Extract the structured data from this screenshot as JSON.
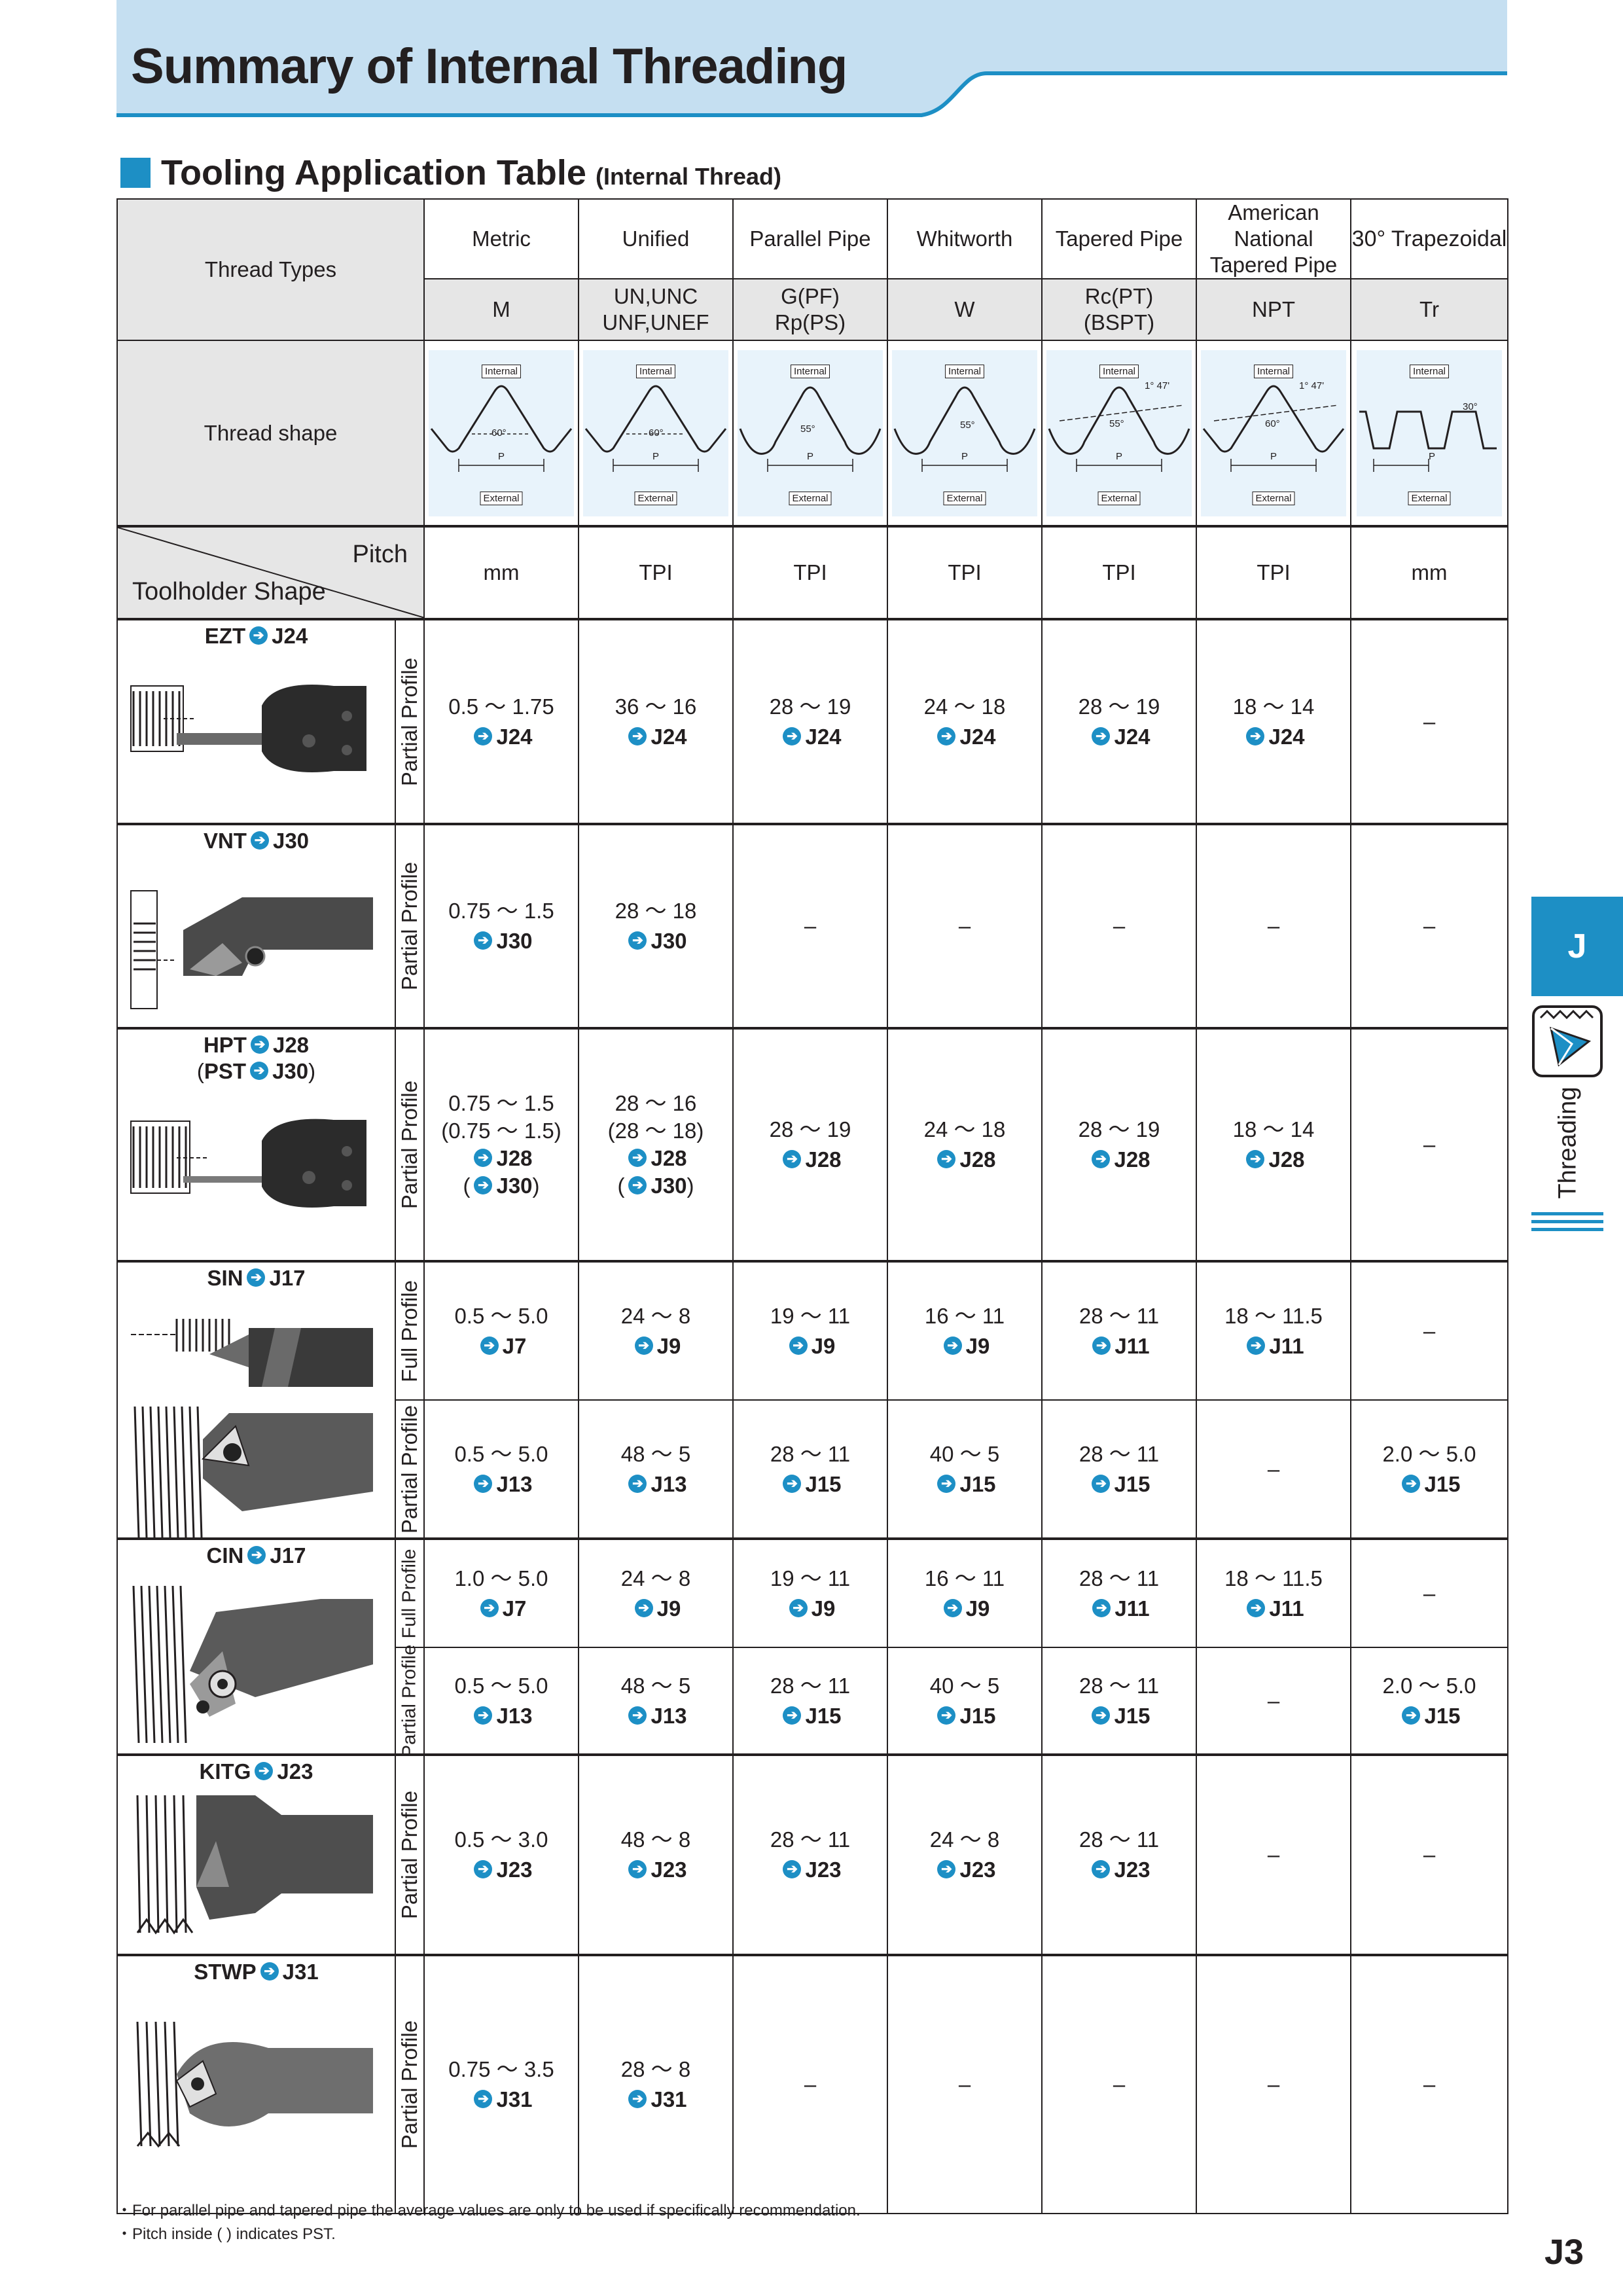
{
  "page": {
    "title": "Summary of Internal Threading",
    "section_title": "Tooling Application Table",
    "section_subtitle": "(Internal Thread)",
    "page_number": "J3"
  },
  "sidebar": {
    "tab_letter": "J",
    "label": "Threading",
    "accent_color": "#1d8fc5"
  },
  "table": {
    "thread_types_label": "Thread Types",
    "thread_shape_label": "Thread shape",
    "pitch_label": "Pitch",
    "toolholder_label": "Toolholder Shape",
    "internal_tag": "Internal",
    "external_tag": "External",
    "pitch_symbol": "P",
    "columns": [
      {
        "name": "Metric",
        "symbol1": "M",
        "symbol2": "",
        "unit": "mm",
        "angle": "60°",
        "taper": ""
      },
      {
        "name": "Unified",
        "symbol1": "UN,UNC",
        "symbol2": "UNF,UNEF",
        "unit": "TPI",
        "angle": "60°",
        "taper": ""
      },
      {
        "name": "Parallel Pipe",
        "symbol1": "G(PF)",
        "symbol2": "Rp(PS)",
        "unit": "TPI",
        "angle": "55°",
        "taper": ""
      },
      {
        "name": "Whitworth",
        "symbol1": "W",
        "symbol2": "",
        "unit": "TPI",
        "angle": "55°",
        "taper": ""
      },
      {
        "name": "Tapered Pipe",
        "symbol1": "Rc(PT)",
        "symbol2": "(BSPT)",
        "unit": "TPI",
        "angle": "55°",
        "taper": "1° 47'"
      },
      {
        "name1": "American National",
        "name2": "Tapered Pipe",
        "symbol1": "NPT",
        "symbol2": "",
        "unit": "TPI",
        "angle": "60°",
        "taper": "1° 47'"
      },
      {
        "name": "30° Trapezoidal",
        "symbol1": "Tr",
        "symbol2": "",
        "unit": "mm",
        "angle": "30°",
        "taper": ""
      }
    ],
    "dash": "–",
    "arrow_glyph": "➔",
    "tools": {
      "ezt": {
        "name": "EZT",
        "ref": "J24",
        "profile": "Partial Profile"
      },
      "vnt": {
        "name": "VNT",
        "ref": "J30",
        "profile": "Partial Profile"
      },
      "hpt": {
        "name": "HPT",
        "ref": "J28",
        "alt_name": "PST",
        "alt_ref": "J30",
        "profile": "Partial Profile"
      },
      "sin": {
        "name": "SIN",
        "ref": "J17",
        "profile_full": "Full Profile",
        "profile_partial": "Partial Profile"
      },
      "cin": {
        "name": "CIN",
        "ref": "J17",
        "profile_full": "Full Profile",
        "profile_partial": "Partial Profile"
      },
      "kitg": {
        "name": "KITG",
        "ref": "J23",
        "profile": "Partial Profile"
      },
      "stwp": {
        "name": "STWP",
        "ref": "J31",
        "profile": "Partial Profile"
      }
    },
    "rows": {
      "ezt": [
        {
          "range": "0.5 ～ 1.75",
          "ref": "J24"
        },
        {
          "range": "36 ～ 16",
          "ref": "J24"
        },
        {
          "range": "28 ～ 19",
          "ref": "J24"
        },
        {
          "range": "24 ～ 18",
          "ref": "J24"
        },
        {
          "range": "28 ～ 19",
          "ref": "J24"
        },
        {
          "range": "18 ～ 14",
          "ref": "J24"
        }
      ],
      "vnt": [
        {
          "range": "0.75 ～ 1.5",
          "ref": "J30"
        },
        {
          "range": "28 ～ 18",
          "ref": "J30"
        }
      ],
      "hpt": [
        {
          "range": "0.75 ～ 1.5",
          "alt_range": "(0.75 ～ 1.5)",
          "ref": "J28",
          "alt_ref": "J30"
        },
        {
          "range": "28 ～ 16",
          "alt_range": "(28 ～ 18)",
          "ref": "J28",
          "alt_ref": "J30"
        },
        {
          "range": "28 ～ 19",
          "ref": "J28"
        },
        {
          "range": "24 ～ 18",
          "ref": "J28"
        },
        {
          "range": "28 ～ 19",
          "ref": "J28"
        },
        {
          "range": "18 ～ 14",
          "ref": "J28"
        }
      ],
      "sin_full": [
        {
          "range": "0.5 ～ 5.0",
          "ref": "J7"
        },
        {
          "range": "24 ～ 8",
          "ref": "J9"
        },
        {
          "range": "19 ～ 11",
          "ref": "J9"
        },
        {
          "range": "16 ～ 11",
          "ref": "J9"
        },
        {
          "range": "28 ～ 11",
          "ref": "J11"
        },
        {
          "range": "18 ～ 11.5",
          "ref": "J11"
        }
      ],
      "sin_partial": [
        {
          "range": "0.5 ～ 5.0",
          "ref": "J13"
        },
        {
          "range": "48 ～ 5",
          "ref": "J13"
        },
        {
          "range": "28 ～ 11",
          "ref": "J15"
        },
        {
          "range": "40 ～ 5",
          "ref": "J15"
        },
        {
          "range": "28 ～ 11",
          "ref": "J15"
        },
        {
          "range": "2.0 ～ 5.0",
          "ref": "J15"
        }
      ],
      "cin_full": [
        {
          "range": "1.0 ～ 5.0",
          "ref": "J7"
        },
        {
          "range": "24 ～ 8",
          "ref": "J9"
        },
        {
          "range": "19 ～ 11",
          "ref": "J9"
        },
        {
          "range": "16 ～ 11",
          "ref": "J9"
        },
        {
          "range": "28 ～ 11",
          "ref": "J11"
        },
        {
          "range": "18 ～ 11.5",
          "ref": "J11"
        }
      ],
      "cin_partial": [
        {
          "range": "0.5 ～ 5.0",
          "ref": "J13"
        },
        {
          "range": "48 ～ 5",
          "ref": "J13"
        },
        {
          "range": "28 ～ 11",
          "ref": "J15"
        },
        {
          "range": "40 ～ 5",
          "ref": "J15"
        },
        {
          "range": "28 ～ 11",
          "ref": "J15"
        },
        {
          "range": "2.0 ～ 5.0",
          "ref": "J15"
        }
      ],
      "kitg": [
        {
          "range": "0.5 ～ 3.0",
          "ref": "J23"
        },
        {
          "range": "48 ～ 8",
          "ref": "J23"
        },
        {
          "range": "28 ～ 11",
          "ref": "J23"
        },
        {
          "range": "24 ～ 8",
          "ref": "J23"
        },
        {
          "range": "28 ～ 11",
          "ref": "J23"
        }
      ],
      "stwp": [
        {
          "range": "0.75 ～ 3.5",
          "ref": "J31"
        },
        {
          "range": "28 ～ 8",
          "ref": "J31"
        }
      ]
    }
  },
  "footnotes": [
    "・For parallel pipe and tapered pipe the average values are only to be used if specifically recommendation.",
    "・Pitch inside ( ) indicates PST."
  ]
}
